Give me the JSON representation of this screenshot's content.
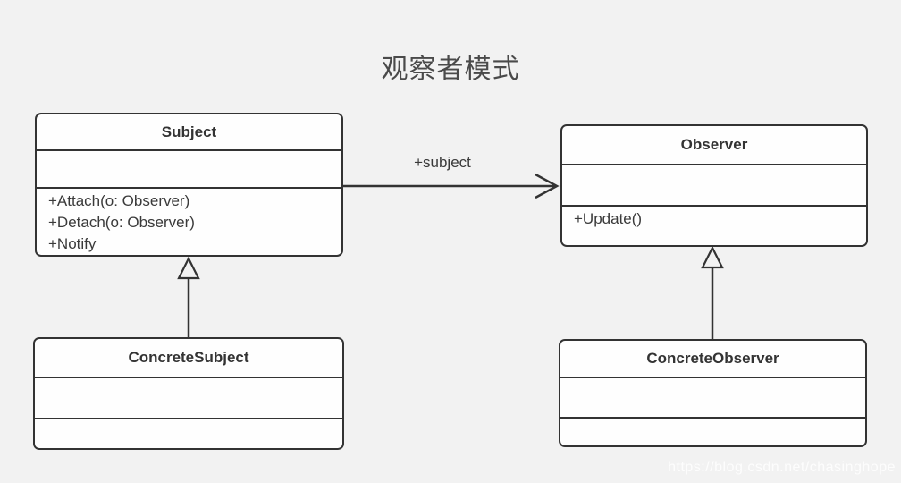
{
  "title": "观察者模式",
  "watermark": "https://blog.csdn.net/chasinghope",
  "relations": {
    "association_label": "+subject",
    "association": "Subject -> Observer",
    "generalizations": [
      "ConcreteSubject -> Subject",
      "ConcreteObserver -> Observer"
    ]
  },
  "classes": {
    "subject": {
      "name": "Subject",
      "attributes": [],
      "methods": [
        "+Attach(o: Observer)",
        "+Detach(o: Observer)",
        "+Notify"
      ]
    },
    "observer": {
      "name": "Observer",
      "attributes": [],
      "methods": [
        "+Update()"
      ]
    },
    "concrete_subject": {
      "name": "ConcreteSubject",
      "attributes": [],
      "methods": []
    },
    "concrete_observer": {
      "name": "ConcreteObserver",
      "attributes": [],
      "methods": []
    }
  },
  "colors": {
    "background": "#f2f2f2",
    "box_fill": "#fefefe",
    "border": "#333333",
    "text": "#3a3a3a",
    "title_text": "#4a4a4a",
    "watermark_text": "#fafafa"
  }
}
